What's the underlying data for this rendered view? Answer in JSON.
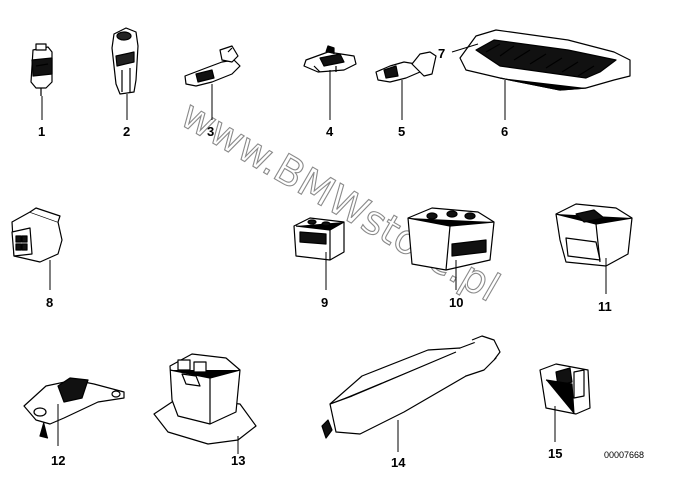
{
  "watermark": "www.BMWstore.pl",
  "diagram_ref": "00007668",
  "parts": [
    {
      "no": "1"
    },
    {
      "no": "2"
    },
    {
      "no": "3"
    },
    {
      "no": "4"
    },
    {
      "no": "5"
    },
    {
      "no": "6"
    },
    {
      "no": "7"
    },
    {
      "no": "8"
    },
    {
      "no": "9"
    },
    {
      "no": "10"
    },
    {
      "no": "11"
    },
    {
      "no": "12"
    },
    {
      "no": "13"
    },
    {
      "no": "14"
    },
    {
      "no": "15"
    }
  ]
}
